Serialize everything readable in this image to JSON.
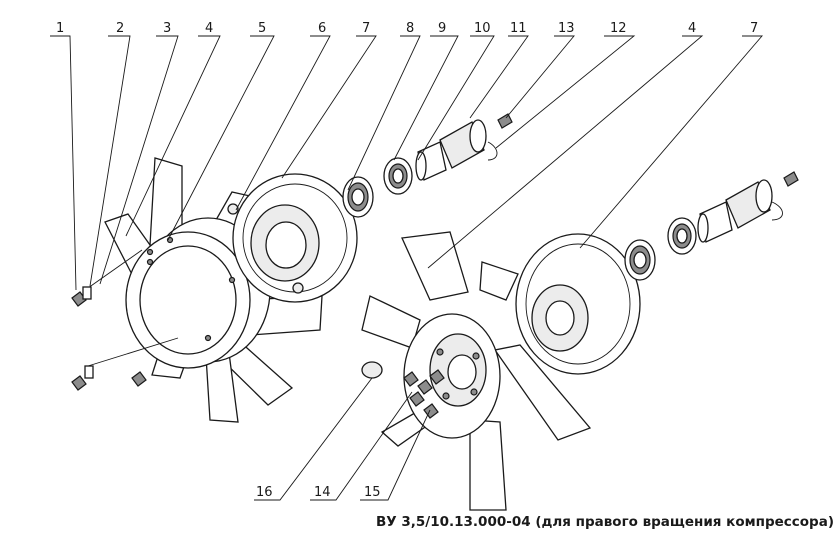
{
  "caption": "ВУ 3,5/10.13.000-04 (для правого вращения компрессора)",
  "callouts": {
    "c1": "1",
    "c2": "2",
    "c3": "3",
    "c4a": "4",
    "c5": "5",
    "c6": "6",
    "c7a": "7",
    "c8": "8",
    "c9": "9",
    "c10": "10",
    "c11": "11",
    "c13": "13",
    "c12": "12",
    "c4b": "4",
    "c7b": "7",
    "c16": "16",
    "c14": "14",
    "c15": "15"
  }
}
